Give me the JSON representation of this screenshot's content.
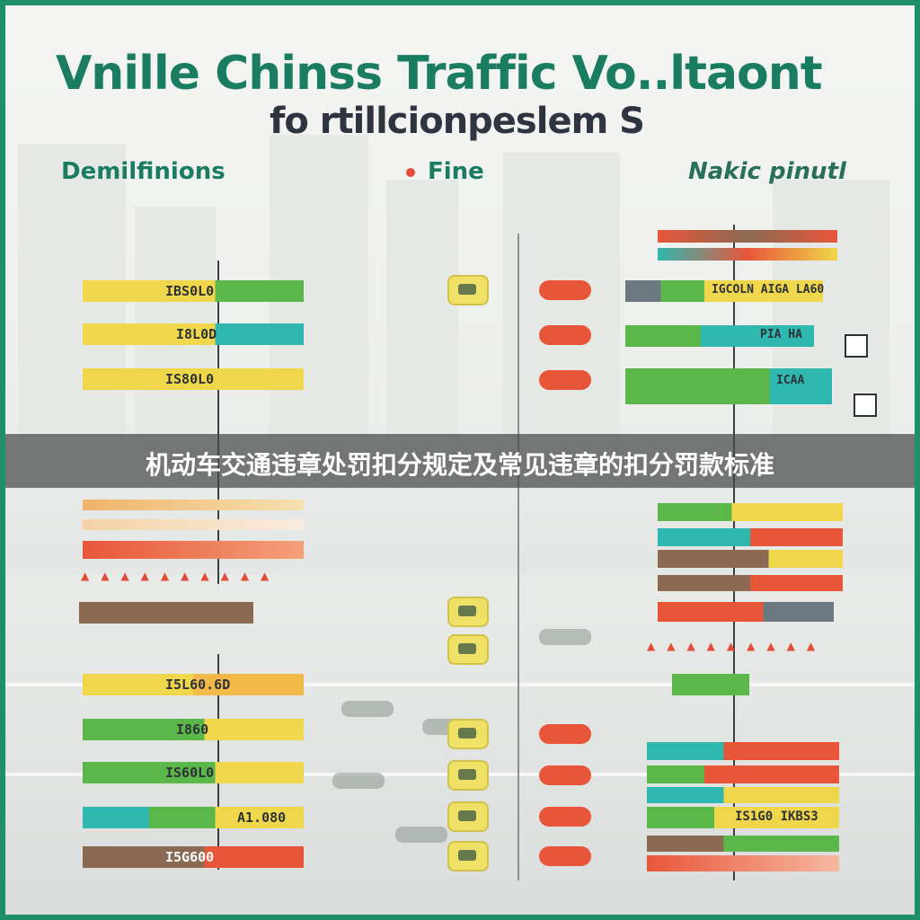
{
  "header": {
    "title": "Vnille Chinss Traffic Vo..ltaont",
    "subtitle": "fo rtillcionpeslem S"
  },
  "columns": {
    "left": "Demilfinions",
    "middle": "Fine",
    "right": "Nakic pinutl"
  },
  "caption": "机动车交通违章处罚扣分规定及常见违章的扣分罚款标准",
  "colors": {
    "frame": "#1e8f6a",
    "title": "#1a7d61",
    "yellow": "#f0d64a",
    "green": "#5ab84a",
    "teal": "#2fb8b0",
    "red": "#e8563a",
    "brown": "#8a6a52",
    "band": "#464a4c"
  },
  "left_rows_top": [
    {
      "label": "IBS0L0"
    },
    {
      "label": "I8L0D"
    },
    {
      "label": "IS80L0"
    }
  ],
  "left_rows_bottom": [
    {
      "label": "I5L60.6D"
    },
    {
      "label": "I860"
    },
    {
      "label": "IS60L0"
    },
    {
      "label": "A1.080"
    },
    {
      "label": "I5G600"
    }
  ],
  "right_rows_top": [
    {
      "label": "IGCOLN AIGA LA60"
    },
    {
      "label": "PIA HA"
    },
    {
      "label": "ICAA"
    }
  ],
  "right_rows_bottom": [
    {
      "label": "IS1G0 IKBS3"
    }
  ],
  "icons": [
    "car-icon",
    "road-sign-icon",
    "arrow-icon",
    "camera-icon"
  ]
}
